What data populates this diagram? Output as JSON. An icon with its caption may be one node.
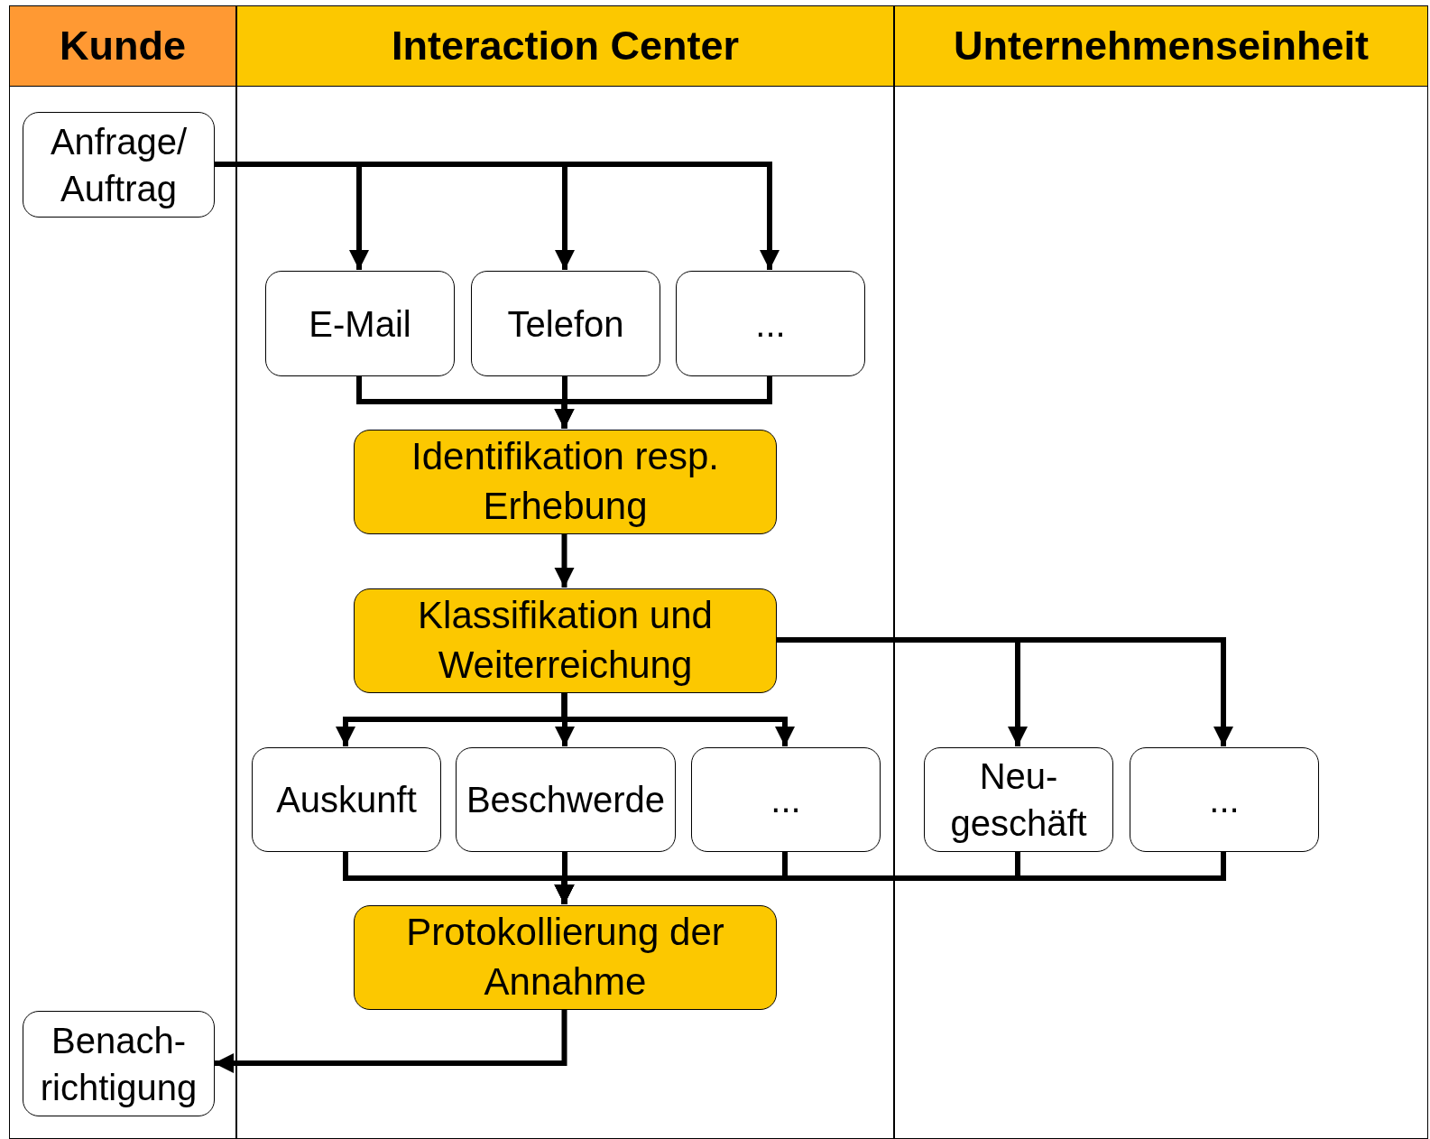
{
  "diagram": {
    "nodes": [
      {
        "text": [
          "Kunde"
        ]
      },
      {
        "text": [
          "Interaction Center"
        ]
      },
      {
        "text": [
          "Unternehmenseinheit"
        ]
      },
      {
        "text": [
          "Anfrage/ Auftrag"
        ],
        "in": 0
      },
      {
        "text": [
          "E-Mail"
        ],
        "in": 1
      },
      {
        "text": [
          "Telefon"
        ],
        "in": 1
      },
      {
        "text": [
          "..."
        ],
        "in": 1
      },
      {
        "text": [
          "Identifikation resp. Erhebung"
        ],
        "in": 1
      },
      {
        "text": [
          "Klassifikation und Weiterreichung"
        ],
        "in": 1
      },
      {
        "text": [
          "Auskunft"
        ],
        "in": 1
      },
      {
        "text": [
          "Beschwerde"
        ],
        "in": 1
      },
      {
        "text": [
          "..."
        ],
        "in": 1
      },
      {
        "text": [
          "Neu- geschäft"
        ],
        "in": 2
      },
      {
        "text": [
          "..."
        ],
        "in": 2
      },
      {
        "text": [
          "Protokollierung der Annahme"
        ],
        "in": 1
      },
      {
        "text": [
          "Benach- richtigung"
        ],
        "in": 0
      }
    ],
    "edges": [
      {
        "from": 3,
        "to": 4,
        "arrow": "to"
      },
      {
        "from": 3,
        "to": 5,
        "arrow": "to"
      },
      {
        "from": 3,
        "to": 6,
        "arrow": "to"
      },
      {
        "from": 4,
        "to": 7,
        "arrow": "to"
      },
      {
        "from": 5,
        "to": 7,
        "arrow": "to"
      },
      {
        "from": 6,
        "to": 7,
        "arrow": "to"
      },
      {
        "from": 7,
        "to": 8,
        "arrow": "to"
      },
      {
        "from": 8,
        "to": 9,
        "arrow": "to"
      },
      {
        "from": 8,
        "to": 10,
        "arrow": "to"
      },
      {
        "from": 8,
        "to": 11,
        "arrow": "to"
      },
      {
        "from": 8,
        "to": 12,
        "arrow": "to"
      },
      {
        "from": 8,
        "to": 13,
        "arrow": "to"
      },
      {
        "from": 9,
        "to": 14,
        "arrow": "to"
      },
      {
        "from": 10,
        "to": 14,
        "arrow": "to"
      },
      {
        "from": 11,
        "to": 14,
        "arrow": "to"
      },
      {
        "from": 12,
        "to": 14,
        "arrow": "to"
      },
      {
        "from": 13,
        "to": 14,
        "arrow": "to"
      },
      {
        "from": 14,
        "to": 15,
        "arrow": "to"
      }
    ]
  }
}
